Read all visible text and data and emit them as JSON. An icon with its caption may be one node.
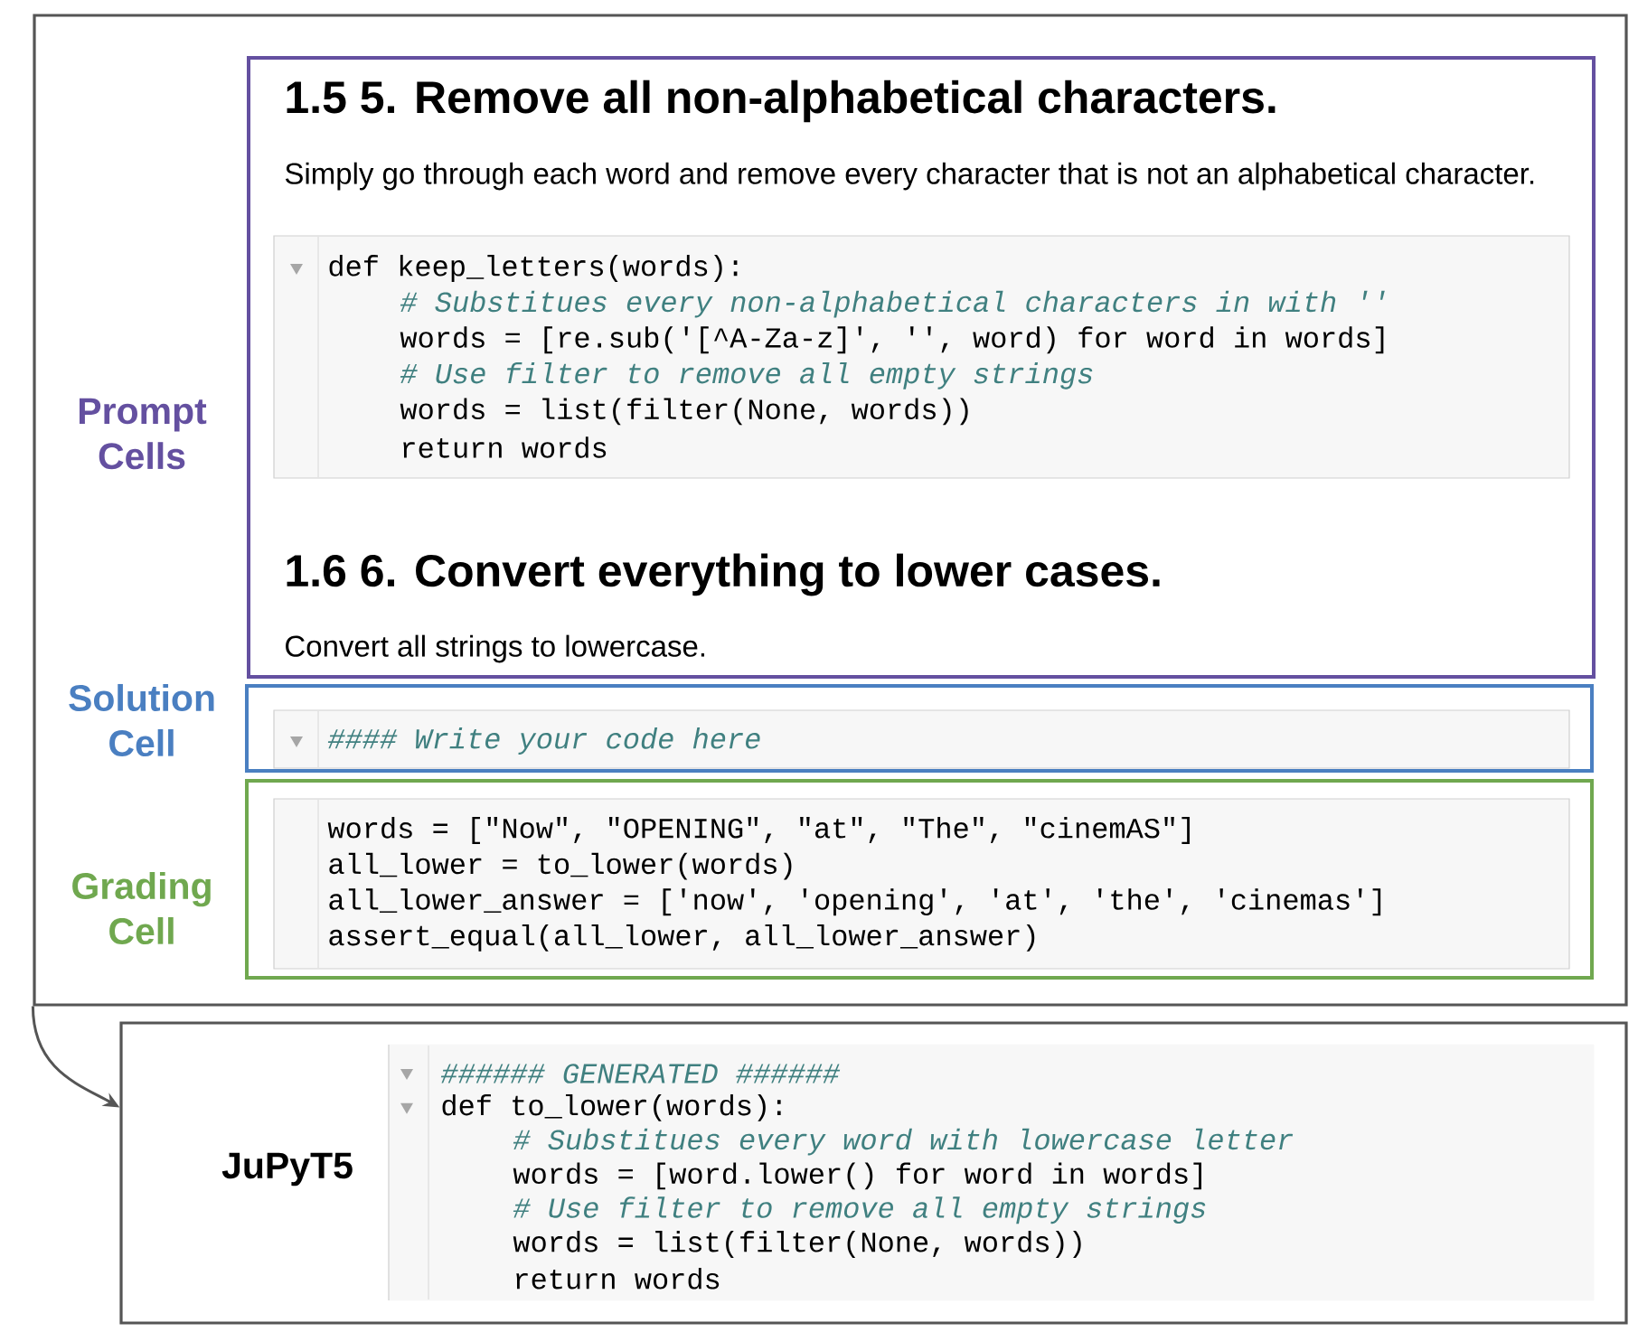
{
  "diagram": {
    "nodes": [
      {
        "text": [],
        "shape": "box"
      },
      {
        "text": [
          "Prompt Cells",
          "1.5 5. Remove all non-alphabetical characters.",
          "Simply go through each word and remove every character that is not an alphabetical character.",
          "1.6 6. Convert everything to lower cases.",
          "Convert all strings to lowercase."
        ],
        "in": 0
      },
      {
        "text": [
          "def keep_letters(words):",
          "# Substitues every non-alphabetical characters in with ''",
          "words = [re.sub('[^A-Za-z]', '', word) for word in words]",
          "# Use filter to remove all empty strings",
          "words = list(filter(None, words))",
          "return words"
        ],
        "in": 1
      },
      {
        "text": [
          "Solution Cell"
        ],
        "in": 0
      },
      {
        "text": [
          "#### Write your code here"
        ],
        "in": 3
      },
      {
        "text": [
          "Grading Cell"
        ],
        "in": 0
      },
      {
        "text": [
          "words = [\"Now\", \"OPENING\", \"at\", \"The\", \"cinemAS\"]",
          "all_lower = to_lower(words)",
          "all_lower_answer = ['now', 'opening', 'at', 'the', 'cinemas']",
          "assert_equal(all_lower, all_lower_answer)"
        ],
        "in": 5
      },
      {
        "text": [
          "JuPyT5"
        ]
      },
      {
        "text": [
          "###### GENERATED ######",
          "def to_lower(words):",
          "# Substitues every word with lowercase letter",
          "words = [word.lower() for word in words]",
          "# Use filter to remove all empty strings",
          "words = list(filter(None, words))",
          "return words"
        ],
        "in": 7
      }
    ],
    "edges": [
      {
        "from": 0,
        "to": 7,
        "arrow": "to"
      }
    ]
  }
}
